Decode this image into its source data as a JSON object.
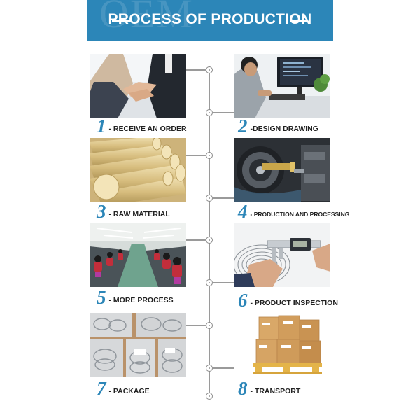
{
  "header": {
    "title": "PROCESS OF PRODUCTION",
    "watermark": "OEM"
  },
  "steps": [
    {
      "number": "1",
      "label": "- RECEIVE AN ORDER",
      "icon": "handshake-photo"
    },
    {
      "number": "2",
      "label": "-DESIGN DRAWING",
      "icon": "design-computer-photo"
    },
    {
      "number": "3",
      "label": "- RAW MATERIAL",
      "icon": "brass-rods-photo"
    },
    {
      "number": "4",
      "label": "- PRODUCTION AND PROCESSING",
      "icon": "cnc-lathe-photo"
    },
    {
      "number": "5",
      "label": "- MORE PROCESS",
      "icon": "factory-workers-photo"
    },
    {
      "number": "6",
      "label": "- PRODUCT INSPECTION",
      "icon": "caliper-inspection-photo"
    },
    {
      "number": "7",
      "label": "- PACKAGE",
      "icon": "packaged-parts-photo"
    },
    {
      "number": "8",
      "label": "- TRANSPORT",
      "icon": "pallet-cartons-photo"
    }
  ],
  "colors": {
    "accent": "#2c86b8",
    "line": "#9a9a9a"
  }
}
